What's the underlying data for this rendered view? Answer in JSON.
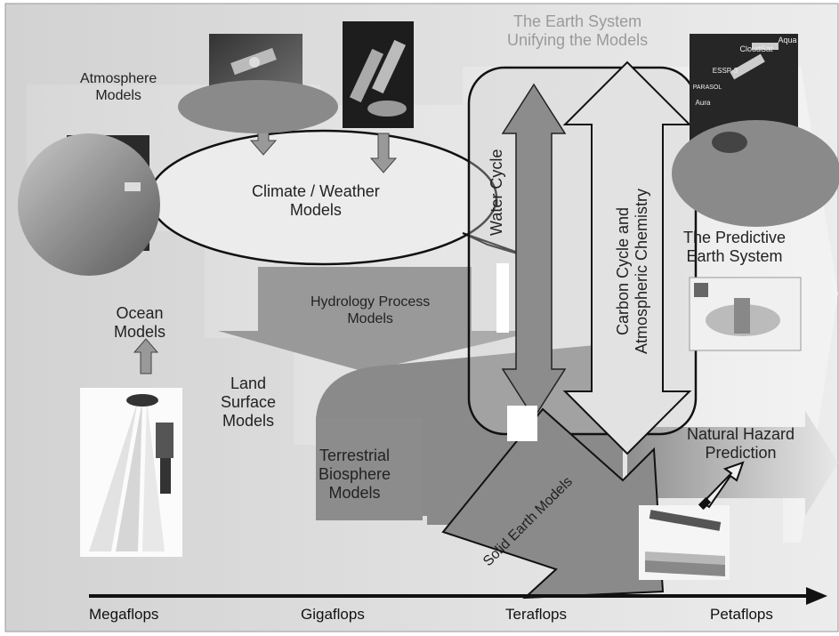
{
  "diagram": {
    "header": {
      "line1": "The Earth System",
      "line2": "Unifying the Models"
    },
    "atmosphere_models": {
      "line1": "Atmosphere",
      "line2": "Models"
    },
    "climate_weather_models": {
      "line1": "Climate / Weather",
      "line2": "Models"
    },
    "hydrology_process_models": {
      "line1": "Hydrology Process",
      "line2": "Models"
    },
    "ocean_models": {
      "line1": "Ocean",
      "line2": "Models"
    },
    "land_surface_models": {
      "line1": "Land",
      "line2": "Surface",
      "line3": "Models"
    },
    "terrestrial_biosphere_models": {
      "line1": "Terrestrial",
      "line2": "Biosphere",
      "line3": "Models"
    },
    "water_cycle": "Water Cycle",
    "carbon_cycle": {
      "line1": "Carbon Cycle and",
      "line2": "Atmospheric Chemistry"
    },
    "predictive_earth_system": {
      "line1": "The Predictive",
      "line2": "Earth System"
    },
    "solid_earth_models": "Solid Earth Models",
    "natural_hazard_prediction": {
      "line1": "Natural Hazard",
      "line2": "Prediction"
    },
    "satellite_labels": {
      "cloudsat": "CloudSat",
      "aqua": "Aqua",
      "essp": "ESSP-3",
      "parasol": "PARASOL",
      "aura": "Aura"
    }
  },
  "axis": {
    "labels": [
      "Megaflops",
      "Gigaflops",
      "Teraflops",
      "Petaflops"
    ]
  },
  "colors": {
    "background": "#dedede",
    "arrow_dark": "#8f8f8f",
    "arrow_mid": "#b4b4b4",
    "ellipse": "#ececec",
    "outline": "#111111"
  }
}
